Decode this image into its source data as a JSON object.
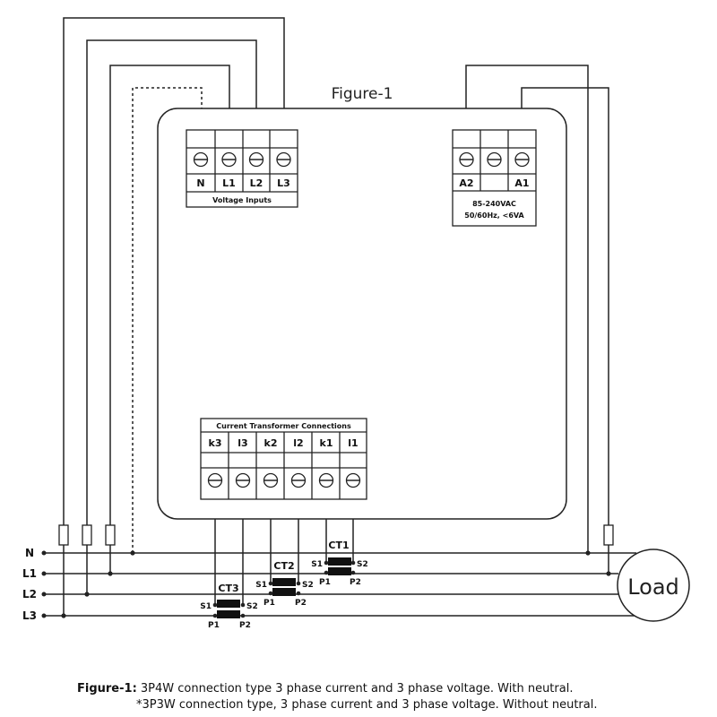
{
  "figure_title": "Figure-1",
  "voltage_block": {
    "terminals": [
      "N",
      "L1",
      "L2",
      "L3"
    ],
    "label": "Voltage Inputs"
  },
  "power_block": {
    "terminals": [
      "A2",
      "",
      "A1"
    ],
    "spec_line1": "85-240VAC",
    "spec_line2": "50/60Hz, <6VA"
  },
  "ct_block": {
    "label": "Current Transformer Connections",
    "terminals": [
      "k3",
      "l3",
      "k2",
      "l2",
      "k1",
      "l1"
    ]
  },
  "current_transformers": [
    {
      "name": "CT1",
      "s1": "S1",
      "s2": "S2",
      "p1": "P1",
      "p2": "P2"
    },
    {
      "name": "CT2",
      "s1": "S1",
      "s2": "S2",
      "p1": "P1",
      "p2": "P2"
    },
    {
      "name": "CT3",
      "s1": "S1",
      "s2": "S2",
      "p1": "P1",
      "p2": "P2"
    }
  ],
  "lines": [
    "N",
    "L1",
    "L2",
    "L3"
  ],
  "load_label": "Load",
  "caption": {
    "bold": "Figure-1:",
    "line1": " 3P4W connection type 3 phase current and 3 phase voltage. With neutral.",
    "line2": "*3P3W connection type, 3 phase current and 3 phase voltage. Without neutral."
  }
}
